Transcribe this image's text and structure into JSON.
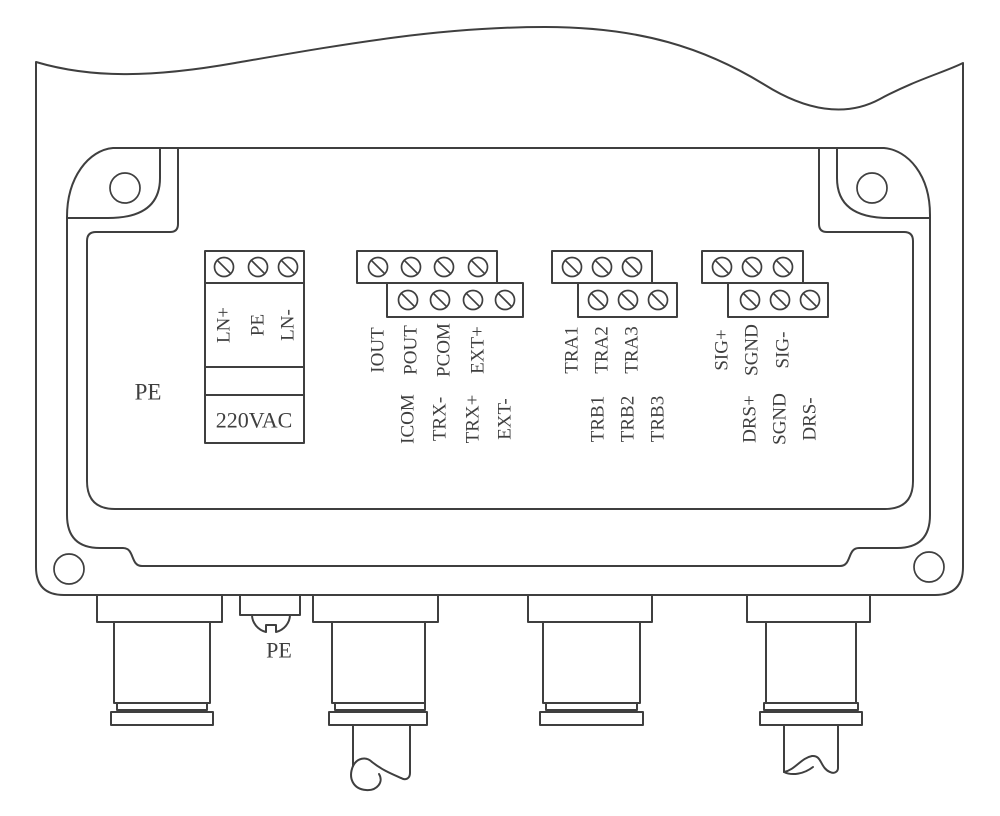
{
  "colors": {
    "ink": "#3f3f3f",
    "paper": "#ffffff"
  },
  "power": {
    "ground_label": "PE",
    "terminals": [
      "LN+",
      "PE",
      "LN-"
    ],
    "supply_label": "220VAC"
  },
  "io": {
    "row_top": [
      "IOUT",
      "POUT",
      "PCOM",
      "EXT+"
    ],
    "row_bottom": [
      "ICOM",
      "TRX-",
      "TRX+",
      "EXT-"
    ]
  },
  "transducer": {
    "row_top": [
      "TRA1",
      "TRA2",
      "TRA3"
    ],
    "row_bottom": [
      "TRB1",
      "TRB2",
      "TRB3"
    ]
  },
  "signal": {
    "row_top": [
      "SIG+",
      "SGND",
      "SIG-"
    ],
    "row_bottom": [
      "DRS+",
      "SGND",
      "DRS-"
    ]
  },
  "earth_screw": {
    "label": "PE"
  }
}
